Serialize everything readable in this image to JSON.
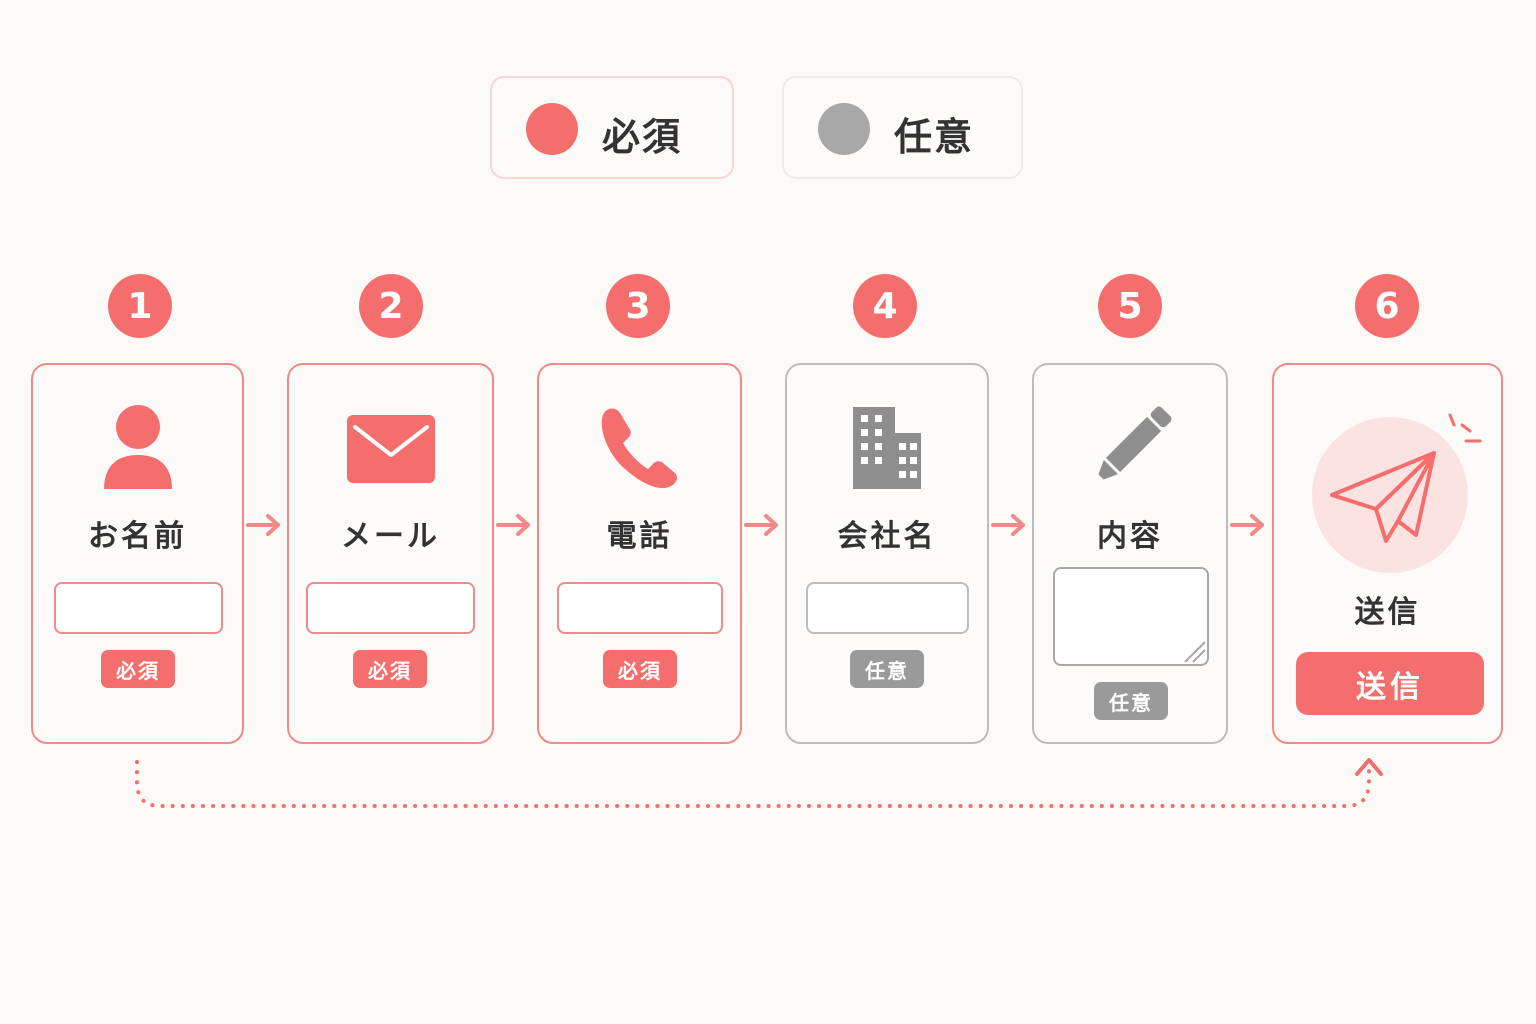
{
  "legend": {
    "required": {
      "label": "必須",
      "color": "#f46e6e"
    },
    "optional": {
      "label": "任意",
      "color": "#a8a8a8"
    }
  },
  "steps": [
    {
      "number": "1",
      "label": "お名前",
      "badge": "必須",
      "icon": "person-icon"
    },
    {
      "number": "2",
      "label": "メール",
      "badge": "必須",
      "icon": "envelope-icon"
    },
    {
      "number": "3",
      "label": "電話",
      "badge": "必須",
      "icon": "phone-icon"
    },
    {
      "number": "4",
      "label": "会社名",
      "badge": "任意",
      "icon": "building-icon"
    },
    {
      "number": "5",
      "label": "内容",
      "badge": "任意",
      "icon": "pencil-icon"
    },
    {
      "number": "6",
      "label": "送信",
      "button": "送信",
      "icon": "paper-plane-icon"
    }
  ],
  "colors": {
    "accent": "#f46e6e",
    "muted": "#9a9a9a",
    "background": "#fcfaf7"
  }
}
